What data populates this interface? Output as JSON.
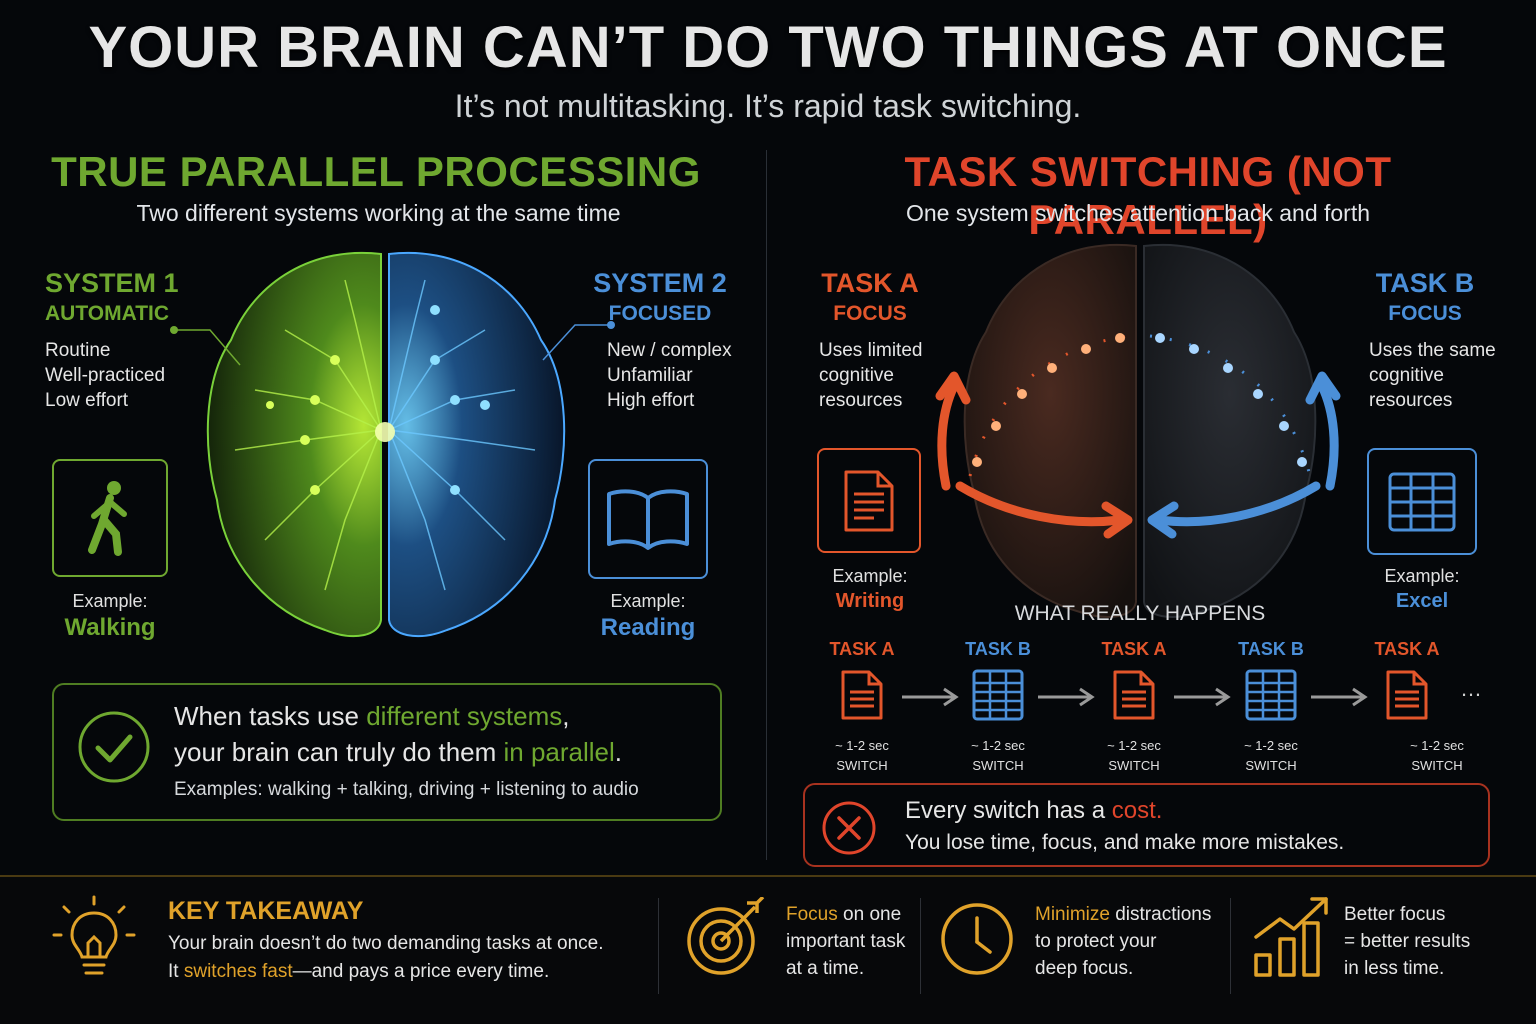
{
  "header": {
    "title": "YOUR BRAIN CAN’T DO TWO THINGS AT ONCE",
    "subtitle": "It’s not multitasking. It’s rapid task switching."
  },
  "left": {
    "title": "TRUE PARALLEL PROCESSING",
    "subtitle": "Two different systems working at the same time",
    "system1": {
      "title": "SYSTEM 1",
      "subtitle": "AUTOMATIC",
      "lines": [
        "Routine",
        "Well-practiced",
        "Low effort"
      ],
      "example_label": "Example:",
      "example_value": "Walking",
      "icon": "walking-person-icon"
    },
    "system2": {
      "title": "SYSTEM 2",
      "subtitle": "FOCUSED",
      "lines": [
        "New / complex",
        "Unfamiliar",
        "High effort"
      ],
      "example_label": "Example:",
      "example_value": "Reading",
      "icon": "open-book-icon"
    },
    "callout": {
      "line1_pre": "When tasks use ",
      "line1_hl": "different systems",
      "line1_post": ",",
      "line2_pre": "your brain can truly do them ",
      "line2_hl": "in parallel",
      "line2_post": ".",
      "examples": "Examples: walking + talking, driving + listening to audio"
    }
  },
  "right": {
    "title": "TASK SWITCHING (NOT PARALLEL)",
    "subtitle": "One system switches attention back and forth",
    "taskA": {
      "title": "TASK A",
      "subtitle": "FOCUS",
      "lines": [
        "Uses limited",
        "cognitive",
        "resources"
      ],
      "example_label": "Example:",
      "example_value": "Writing",
      "icon": "document-icon"
    },
    "taskB": {
      "title": "TASK B",
      "subtitle": "FOCUS",
      "lines": [
        "Uses the same",
        "cognitive",
        "resources"
      ],
      "example_label": "Example:",
      "example_value": "Excel",
      "icon": "spreadsheet-icon"
    },
    "what_happens": "WHAT REALLY HAPPENS",
    "sequence": [
      {
        "label": "TASK A",
        "type": "a"
      },
      {
        "label": "TASK B",
        "type": "b"
      },
      {
        "label": "TASK A",
        "type": "a"
      },
      {
        "label": "TASK B",
        "type": "b"
      },
      {
        "label": "TASK A",
        "type": "a"
      }
    ],
    "switch_time": "~ 1-2 sec",
    "switch_word": "SWITCH",
    "ellipsis": "…",
    "cost": {
      "line1_pre": "Every switch has a ",
      "line1_hl": "cost.",
      "line2": "You lose time, focus, and make more mistakes."
    }
  },
  "bottom": {
    "takeaway_title": "KEY TAKEAWAY",
    "takeaway_line1": "Your brain doesn’t do two demanding tasks at once.",
    "takeaway_line2_pre": "It ",
    "takeaway_line2_hl": "switches fast",
    "takeaway_line2_post": "—and pays a price every time.",
    "tip1_hl": "Focus",
    "tip1_rest": " on one",
    "tip1_line2": "important task",
    "tip1_line3": "at a time.",
    "tip2_hl": "Minimize",
    "tip2_rest": " distractions",
    "tip2_line2": "to protect your",
    "tip2_line3": "deep focus.",
    "tip3_line1": "Better focus",
    "tip3_line2": "= better results",
    "tip3_line3": "in less time."
  },
  "colors": {
    "green": "#6fa830",
    "blue": "#4b8fd8",
    "red": "#e0452b",
    "gold": "#e0a22a"
  }
}
